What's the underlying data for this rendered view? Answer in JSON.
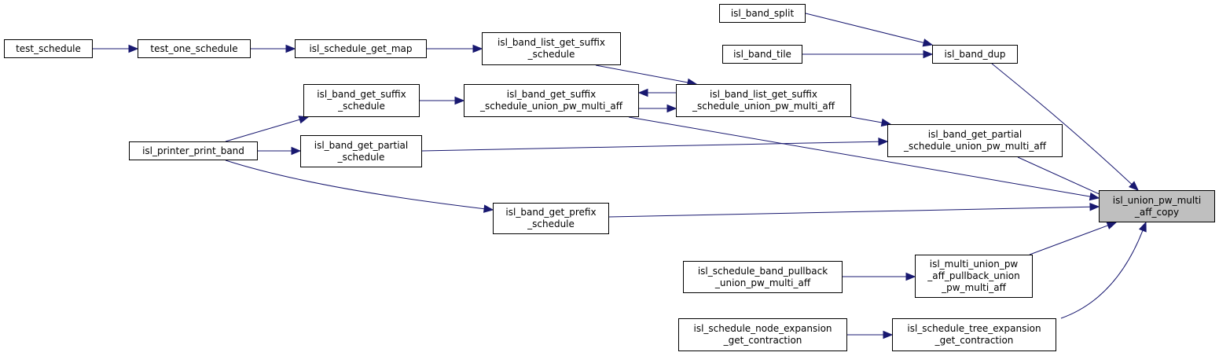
{
  "colors": {
    "edge": "#191970",
    "highlight_fill": "#bfbfbf",
    "node_border": "#000000"
  },
  "nodes": {
    "test_schedule": {
      "lines": [
        "test_schedule"
      ]
    },
    "test_one_schedule": {
      "lines": [
        "test_one_schedule"
      ]
    },
    "isl_schedule_get_map": {
      "lines": [
        "isl_schedule_get_map"
      ]
    },
    "isl_band_list_get_suffix_schedule": {
      "lines": [
        "isl_band_list_get_suffix",
        "_schedule"
      ]
    },
    "isl_band_split": {
      "lines": [
        "isl_band_split"
      ]
    },
    "isl_band_tile": {
      "lines": [
        "isl_band_tile"
      ]
    },
    "isl_band_dup": {
      "lines": [
        "isl_band_dup"
      ]
    },
    "isl_band_get_suffix_schedule": {
      "lines": [
        "isl_band_get_suffix",
        "_schedule"
      ]
    },
    "isl_band_get_suffix_schedule_upma": {
      "lines": [
        "isl_band_get_suffix",
        "_schedule_union_pw_multi_aff"
      ]
    },
    "isl_band_list_get_suffix_schedule_upma": {
      "lines": [
        "isl_band_list_get_suffix",
        "_schedule_union_pw_multi_aff"
      ]
    },
    "isl_printer_print_band": {
      "lines": [
        "isl_printer_print_band"
      ]
    },
    "isl_band_get_partial_schedule": {
      "lines": [
        "isl_band_get_partial",
        "_schedule"
      ]
    },
    "isl_band_get_partial_schedule_upma": {
      "lines": [
        "isl_band_get_partial",
        "_schedule_union_pw_multi_aff"
      ]
    },
    "isl_union_pw_multi_aff_copy": {
      "lines": [
        "isl_union_pw_multi",
        "_aff_copy"
      ]
    },
    "isl_band_get_prefix_schedule": {
      "lines": [
        "isl_band_get_prefix",
        "_schedule"
      ]
    },
    "isl_schedule_band_pullback_upma": {
      "lines": [
        "isl_schedule_band_pullback",
        "_union_pw_multi_aff"
      ]
    },
    "isl_multi_union_pw_aff_pullback_upma": {
      "lines": [
        "isl_multi_union_pw",
        "_aff_pullback_union",
        "_pw_multi_aff"
      ]
    },
    "isl_schedule_node_expansion_get_contraction": {
      "lines": [
        "isl_schedule_node_expansion",
        "_get_contraction"
      ]
    },
    "isl_schedule_tree_expansion_get_contraction": {
      "lines": [
        "isl_schedule_tree_expansion",
        "_get_contraction"
      ]
    }
  },
  "edges": [
    [
      "test_schedule",
      "test_one_schedule"
    ],
    [
      "test_one_schedule",
      "isl_schedule_get_map"
    ],
    [
      "isl_schedule_get_map",
      "isl_band_list_get_suffix_schedule"
    ],
    [
      "isl_band_list_get_suffix_schedule",
      "isl_band_list_get_suffix_schedule_upma"
    ],
    [
      "isl_band_split",
      "isl_band_dup"
    ],
    [
      "isl_band_tile",
      "isl_band_dup"
    ],
    [
      "isl_band_dup",
      "isl_union_pw_multi_aff_copy"
    ],
    [
      "isl_band_get_suffix_schedule",
      "isl_band_get_suffix_schedule_upma"
    ],
    [
      "isl_band_get_suffix_schedule_upma",
      "isl_band_list_get_suffix_schedule_upma"
    ],
    [
      "isl_band_list_get_suffix_schedule_upma",
      "isl_band_get_suffix_schedule_upma"
    ],
    [
      "isl_band_list_get_suffix_schedule_upma",
      "isl_band_get_partial_schedule_upma"
    ],
    [
      "isl_band_get_suffix_schedule_upma",
      "isl_union_pw_multi_aff_copy"
    ],
    [
      "isl_printer_print_band",
      "isl_band_get_suffix_schedule"
    ],
    [
      "isl_printer_print_band",
      "isl_band_get_partial_schedule"
    ],
    [
      "isl_printer_print_band",
      "isl_band_get_prefix_schedule"
    ],
    [
      "isl_band_get_partial_schedule",
      "isl_band_get_partial_schedule_upma"
    ],
    [
      "isl_band_get_partial_schedule_upma",
      "isl_union_pw_multi_aff_copy"
    ],
    [
      "isl_band_get_prefix_schedule",
      "isl_union_pw_multi_aff_copy"
    ],
    [
      "isl_schedule_band_pullback_upma",
      "isl_multi_union_pw_aff_pullback_upma"
    ],
    [
      "isl_multi_union_pw_aff_pullback_upma",
      "isl_union_pw_multi_aff_copy"
    ],
    [
      "isl_schedule_node_expansion_get_contraction",
      "isl_schedule_tree_expansion_get_contraction"
    ],
    [
      "isl_schedule_tree_expansion_get_contraction",
      "isl_union_pw_multi_aff_copy"
    ]
  ]
}
